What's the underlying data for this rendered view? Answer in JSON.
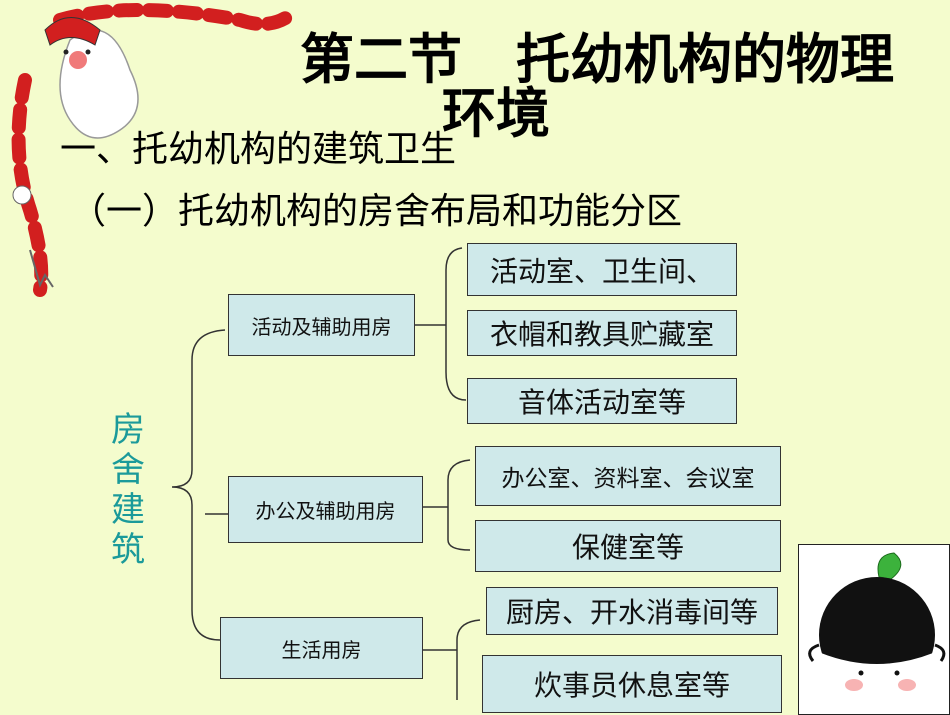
{
  "title": {
    "line1": "第二节　托幼机构的物理",
    "line2": "环境"
  },
  "heading1": "一、托幼机构的建筑卫生",
  "heading2": "（一）托幼机构的房舍布局和功能分区",
  "root_label": [
    "房",
    "舍",
    "建",
    "筑"
  ],
  "categories": [
    {
      "label": "活动及辅助用房",
      "items": [
        "活动室、卫生间、",
        "衣帽和教具贮藏室",
        "音体活动室等"
      ]
    },
    {
      "label": "办公及辅助用房",
      "items": [
        "办公室、资料室、会议室",
        "保健室等"
      ]
    },
    {
      "label": "生活用房",
      "items": [
        "厨房、开水消毒间等",
        "炊事员休息室等"
      ]
    }
  ],
  "decorations": [
    "santa-ribbon-icon",
    "girl-cartoon-icon"
  ]
}
